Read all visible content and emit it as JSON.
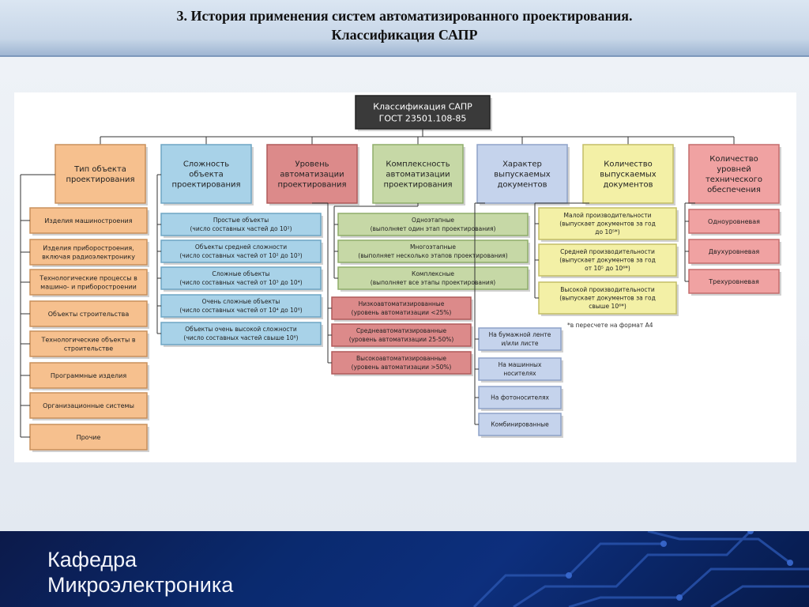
{
  "slide_title": {
    "line1": "3. История применения систем автоматизированного проектирования.",
    "line2": "Классификация САПР"
  },
  "root": {
    "line1": "Классификация САПР",
    "line2": "ГОСТ 23501.108-85"
  },
  "categories": [
    {
      "lines": [
        "Тип объекта",
        "проектирования"
      ],
      "color": "#f6c08e",
      "stroke": "#c9905c"
    },
    {
      "lines": [
        "Сложность",
        "объекта",
        "проектирования"
      ],
      "color": "#a8d2e8",
      "stroke": "#6ea5c4"
    },
    {
      "lines": [
        "Уровень",
        "автоматизации",
        "проектирования"
      ],
      "color": "#dc8a8a",
      "stroke": "#b05a5a"
    },
    {
      "lines": [
        "Комплексность",
        "автоматизации",
        "проектирования"
      ],
      "color": "#c6d8a6",
      "stroke": "#8fae6a"
    },
    {
      "lines": [
        "Характер",
        "выпускаемых",
        "документов"
      ],
      "color": "#c5d3ec",
      "stroke": "#8ea2c8"
    },
    {
      "lines": [
        "Количество",
        "выпускаемых",
        "документов"
      ],
      "color": "#f3f0a6",
      "stroke": "#c3bd66"
    },
    {
      "lines": [
        "Количество",
        "уровней",
        "технического",
        "обеспечения"
      ],
      "color": "#f0a2a2",
      "stroke": "#c46c6c"
    }
  ],
  "object_types": [
    [
      "Изделия машиностроения"
    ],
    [
      "Изделия приборостроения,",
      "включая радиоэлектронику"
    ],
    [
      "Технологические процессы в",
      "машино- и приборостроении"
    ],
    [
      "Объекты строительства"
    ],
    [
      "Технологические объекты в",
      "строительстве"
    ],
    [
      "Программные изделия"
    ],
    [
      "Организационные системы"
    ],
    [
      "Прочие"
    ]
  ],
  "complexity": [
    [
      "Простые объекты",
      "(число составных частей до 10²)"
    ],
    [
      "Объекты средней сложности",
      "(число составных частей от 10² до 10³)"
    ],
    [
      "Сложные объекты",
      "(число составных частей от 10³ до 10⁴)"
    ],
    [
      "Очень сложные объекты",
      "(число составных частей от 10⁴ до 10⁶)"
    ],
    [
      "Объекты очень высокой сложности",
      "(число составных частей свыше 10⁶)"
    ]
  ],
  "automation_level": [
    [
      "Низкоавтоматизированные",
      "(уровень автоматизации <25%)"
    ],
    [
      "Среднеавтоматизированные",
      "(уровень автоматизации 25-50%)"
    ],
    [
      "Высокоавтоматизированные",
      "(уровень автоматизации >50%)"
    ]
  ],
  "complexity_auto": [
    [
      "Одноэтапные",
      "(выполняет один этап проектирования)"
    ],
    [
      "Многоэтапные",
      "(выполняет несколько этапов проектирования)"
    ],
    [
      "Комплексные",
      "(выполняет все этапы проектирования)"
    ]
  ],
  "doc_character": [
    [
      "На бумажной ленте",
      "и/или листе"
    ],
    [
      "На машинных",
      "носителях"
    ],
    [
      "На фотоносителях"
    ],
    [
      "Комбинированные"
    ]
  ],
  "doc_quantity": [
    [
      "Малой производительности",
      "(выпускает документов за год",
      "до 10⁵*)"
    ],
    [
      "Средней производительности",
      "(выпускает документов за год",
      "от 10⁵ до 10⁶*)"
    ],
    [
      "Высокой производительности",
      "(выпускает документов за год",
      "свыше 10⁶*)"
    ]
  ],
  "doc_footnote": "*в пересчете на формат А4",
  "tech_levels": [
    [
      "Одноуровневая"
    ],
    [
      "Двухуровневая"
    ],
    [
      "Трехуровневая"
    ]
  ],
  "footer": {
    "line1": "Кафедра",
    "line2": "Микроэлектроника"
  },
  "colors": {
    "orange": "#f6c08e",
    "blue": "#a8d2e8",
    "red": "#dc8a8a",
    "green": "#c6d8a6",
    "lavender": "#c5d3ec",
    "yellow": "#f3f0a6",
    "pink": "#f0a2a2",
    "root": "#3a3a3a",
    "footer": "#0d2f7d"
  }
}
